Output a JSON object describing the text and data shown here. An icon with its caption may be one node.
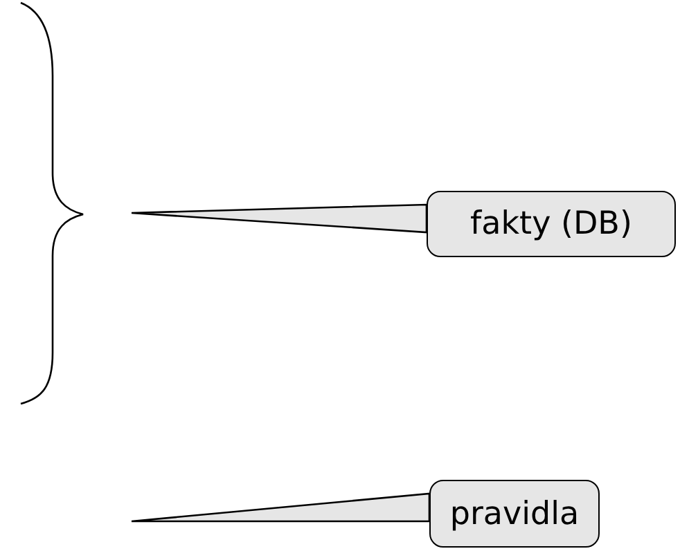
{
  "diagram": {
    "nodes": [
      {
        "text": [
          "fakty (DB)"
        ]
      },
      {
        "text": [
          "pravidla"
        ]
      }
    ],
    "edges": [
      {
        "from": 0,
        "to": null,
        "arrow": "to"
      },
      {
        "from": 1,
        "to": null,
        "arrow": "to"
      }
    ]
  }
}
